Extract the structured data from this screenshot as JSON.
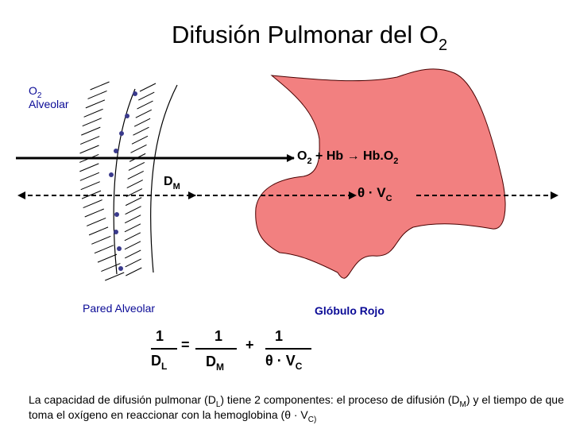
{
  "title": {
    "main": "Difusión Pulmonar del O",
    "sub": "2"
  },
  "alveolar": {
    "line1_main": "O",
    "line1_sub": "2",
    "line2": "Alveolar"
  },
  "reaction": {
    "o": "O",
    "o_sub": "2",
    "mid": " + Hb ",
    "arrow": "→",
    "product": " Hb.O",
    "product_sub": "2"
  },
  "dm_label": {
    "main": "D",
    "sub": "M"
  },
  "theta_label": {
    "main": "θ · V",
    "sub": "C"
  },
  "labels": {
    "pared": "Pared Alveolar",
    "globulo": "Glóbulo Rojo"
  },
  "equation": {
    "lhs_num": "1",
    "lhs_den": "D",
    "lhs_den_sub": "L",
    "equals": "=",
    "t1_num": "1",
    "t1_den": "D",
    "t1_den_sub": "M",
    "plus": "+",
    "t2_num": "1",
    "t2_den": "θ · V",
    "t2_den_sub": "C"
  },
  "caption": {
    "p1": "La capacidad de difusión pulmonar (D",
    "s1": "L",
    "p2": ") tiene 2 componentes: el proceso de difusión (D",
    "s2": "M",
    "p3": ") y el tiempo de que toma el oxígeno en reaccionar con la hemoglobina (θ · V",
    "s3": "C)"
  },
  "colors": {
    "cell": "#f28080",
    "dots": "#3a3a8c",
    "label_text": "#0a0a96"
  }
}
